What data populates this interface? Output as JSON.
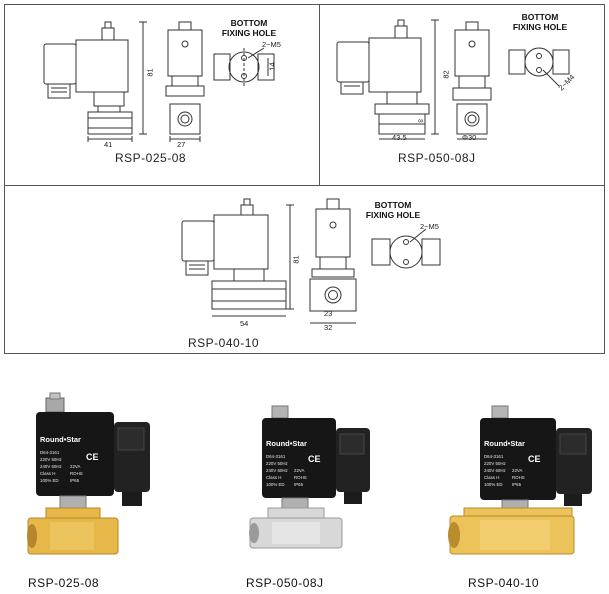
{
  "panels": {
    "top_left": {
      "model": "RSP-025-08",
      "bottom_heading": [
        "BOTTOM",
        "FIXING HOLE"
      ],
      "dims": {
        "width": "41",
        "height": "81",
        "side_width": "27",
        "hole_thread": "2~M5",
        "hole_pitch": "14"
      }
    },
    "top_right": {
      "model": "RSP-050-08J",
      "bottom_heading": [
        "BOTTOM",
        "FIXING HOLE"
      ],
      "dims": {
        "width": "43.5",
        "height": "82",
        "side_width": "Φ30",
        "hole_thread": "2~M4",
        "extra": "∞"
      }
    },
    "bottom": {
      "model": "RSP-040-10",
      "bottom_heading": [
        "BOTTOM",
        "FIXING HOLE"
      ],
      "dims": {
        "width": "54",
        "height": "81",
        "side_width1": "23",
        "side_width2": "32",
        "hole_thread": "2~M5"
      }
    }
  },
  "coil_label": {
    "brand": "Round•Star",
    "ce": "CE",
    "lines": [
      "D64-3161",
      "220V 50Hz",
      "240V 60Hz",
      "Class H",
      "100% ED"
    ],
    "lines_right": [
      "",
      "",
      "22VA",
      "ROHS",
      "IP65"
    ]
  },
  "products": [
    {
      "caption": "RSP-025-08",
      "body_color": "#e6b84a",
      "body_dark": "#b8862a"
    },
    {
      "caption": "RSP-050-08J",
      "body_color": "#d8d8d8",
      "body_dark": "#9a9a9a"
    },
    {
      "caption": "RSP-040-10",
      "body_color": "#ecc25a",
      "body_dark": "#b98c2c"
    }
  ],
  "colors": {
    "coil": "#161616",
    "line": "#333333"
  }
}
